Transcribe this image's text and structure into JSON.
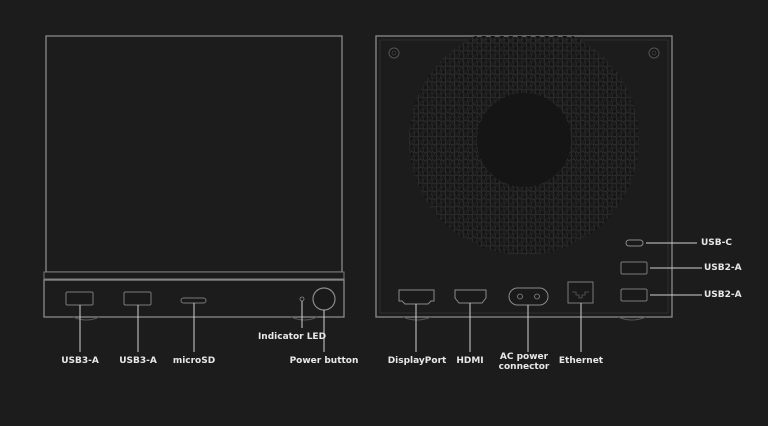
{
  "diagram": {
    "front_view": {
      "labels": [
        {
          "id": "usb3a-1",
          "text": "USB3-A"
        },
        {
          "id": "usb3a-2",
          "text": "USB3-A"
        },
        {
          "id": "microsd",
          "text": "microSD"
        },
        {
          "id": "indicator-led",
          "text": "Indicator LED"
        },
        {
          "id": "power-button",
          "text": "Power button"
        }
      ]
    },
    "back_view": {
      "labels": [
        {
          "id": "displayport",
          "text": "DisplayPort"
        },
        {
          "id": "hdmi",
          "text": "HDMI"
        },
        {
          "id": "ac-power",
          "text": "AC power connector",
          "line1": "AC power",
          "line2": "connector"
        },
        {
          "id": "ethernet",
          "text": "Ethernet"
        },
        {
          "id": "usb-c",
          "text": "USB-C"
        },
        {
          "id": "usb2a-1",
          "text": "USB2-A"
        },
        {
          "id": "usb2a-2",
          "text": "USB2-A"
        }
      ]
    },
    "colors": {
      "background": "#1c1c1c",
      "outline": "#8a8a8a",
      "leader": "#cfcfcf",
      "text": "#e8e8e8"
    }
  }
}
